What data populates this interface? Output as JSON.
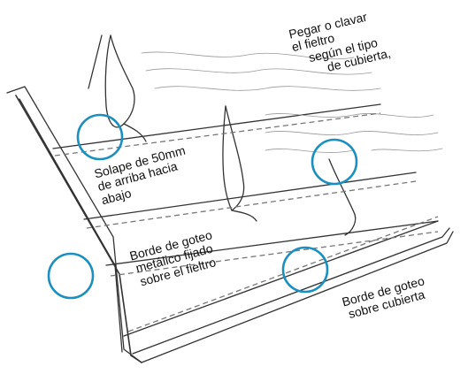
{
  "labels": {
    "top_right": [
      "Pegar o clavar",
      "el fieltro",
      "según el tipo",
      "de cubierta,"
    ],
    "overlap": [
      "Solape de 50mm",
      "de arriba hacia",
      "abajo"
    ],
    "drip_felt": [
      "Borde de goteo",
      "metálico fijado",
      "sobre el fieltro"
    ],
    "drip_roof": [
      "Borde de goteo",
      "sobre cubierta"
    ]
  },
  "colors": {
    "highlight_circle": "#1b8fbf",
    "line_art": "#333333",
    "dashed_seam": "#777777"
  }
}
